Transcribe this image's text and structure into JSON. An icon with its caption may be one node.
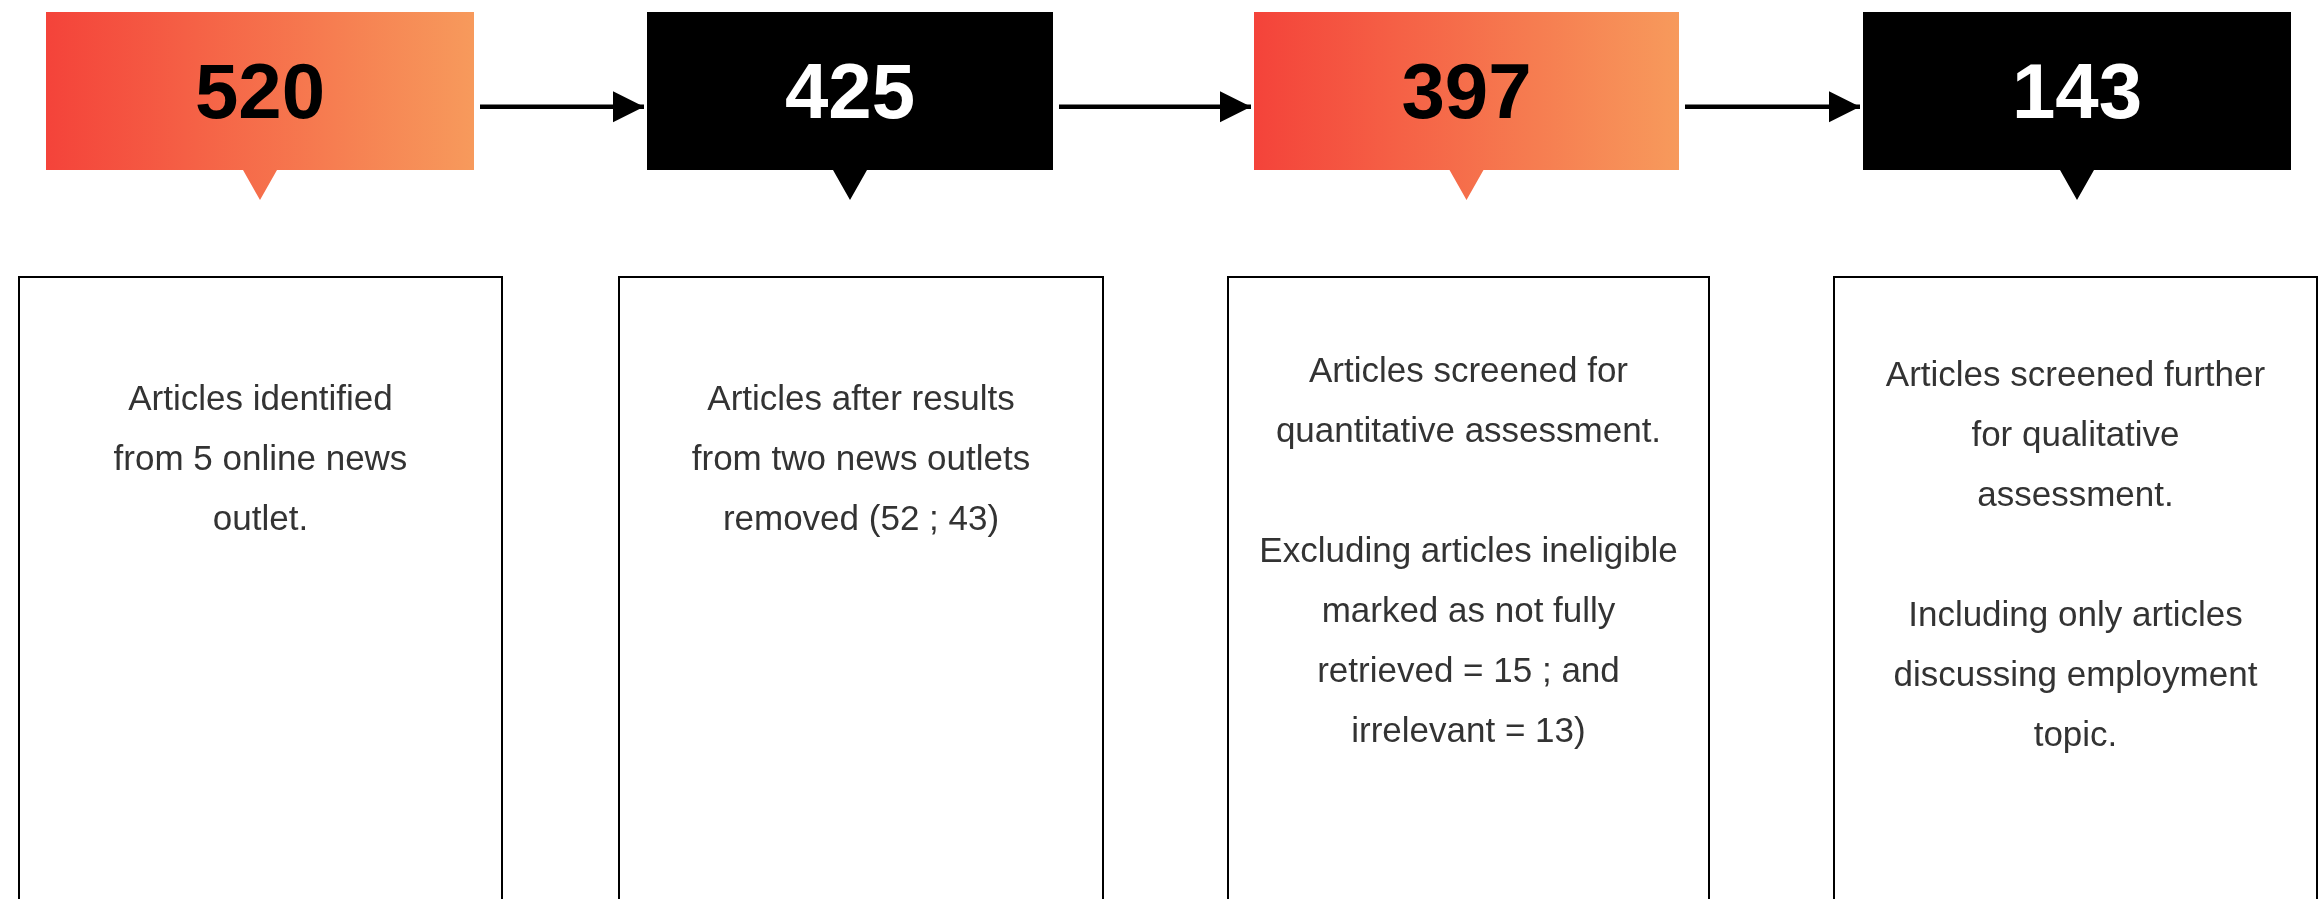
{
  "diagram": {
    "nodes": [
      {
        "text": [
          "520"
        ]
      },
      {
        "text": [
          "425"
        ]
      },
      {
        "text": [
          "397"
        ]
      },
      {
        "text": [
          "143"
        ]
      },
      {
        "text": [
          "Articles identified from 5 online news outlet."
        ]
      },
      {
        "text": [
          "Articles after results from two news outlets removed (52 ; 43)"
        ]
      },
      {
        "text": [
          "Articles screened for quantitative assessment.",
          "Excluding articles ineligible marked as not fully retrieved = 15 ; and irrelevant = 13)"
        ]
      },
      {
        "text": [
          "Articles screened further for qualitative assessment.",
          "Including only articles discussing employment topic."
        ]
      }
    ],
    "edges": [
      {
        "from": 0,
        "to": 1,
        "arrow": "to"
      },
      {
        "from": 1,
        "to": 2,
        "arrow": "to"
      },
      {
        "from": 2,
        "to": 3,
        "arrow": "to"
      }
    ]
  }
}
